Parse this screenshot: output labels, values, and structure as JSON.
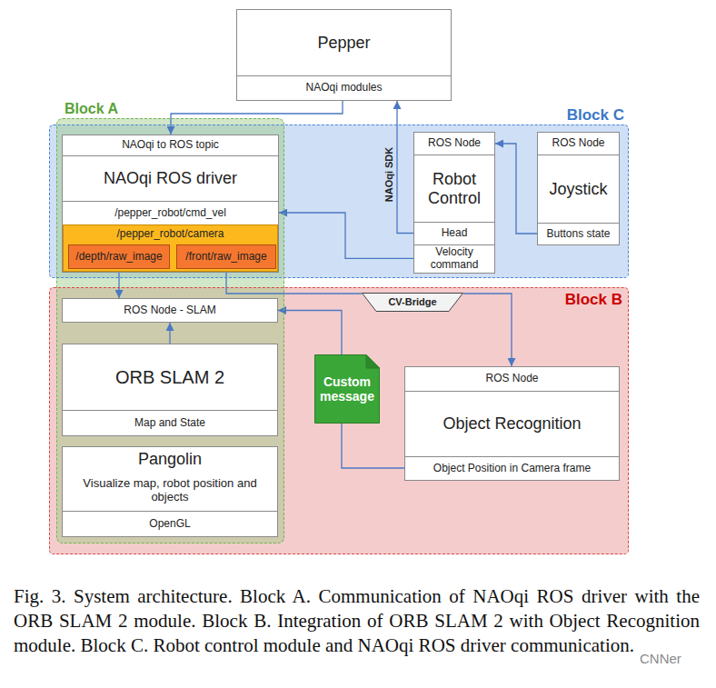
{
  "diagram": {
    "caption": "Fig. 3. System architecture. Block A. Communication of NAOqi ROS driver with the ORB SLAM 2 module. Block B. Integration of ORB SLAM 2 with Object Recognition module. Block C. Robot control module and NAOqi ROS driver communication.",
    "nodes": [
      {
        "text": [
          "Pepper",
          "NAOqi modules"
        ]
      },
      {
        "text": [
          "Block C"
        ]
      },
      {
        "text": [
          "Block B"
        ]
      },
      {
        "text": [
          "Block A"
        ]
      },
      {
        "text": [
          "NAOqi to ROS topic",
          "NAOqi ROS driver",
          "/pepper_robot/cmd_vel"
        ]
      },
      {
        "text": [
          "/pepper_robot/camera"
        ],
        "in": 4
      },
      {
        "text": [
          "/depth/raw_image"
        ],
        "in": 5
      },
      {
        "text": [
          "/front/raw_image"
        ],
        "in": 5
      },
      {
        "text": [
          "ROS Node",
          "Robot Control",
          "Head",
          "Velocity command"
        ]
      },
      {
        "text": [
          "ROS Node",
          "Joystick",
          "Buttons state"
        ]
      },
      {
        "text": [
          "ROS Node - SLAM"
        ]
      },
      {
        "text": [
          "ORB SLAM 2",
          "Map and State"
        ]
      },
      {
        "text": [
          "Pangolin",
          "Visualize map, robot position and objects",
          "OpenGL"
        ]
      },
      {
        "text": [
          "ROS Node",
          "Object Recognition",
          "Object Position in Camera frame"
        ]
      },
      {
        "text": [
          "Custom message"
        ]
      },
      {
        "text": [
          "CV-Bridge"
        ]
      }
    ],
    "edges": [
      {
        "from": 0,
        "to": 4,
        "arrow": "to"
      },
      {
        "from": 8,
        "to": 0,
        "label": "NAOqi SDK",
        "arrow": "to"
      },
      {
        "from": 8,
        "to": 4,
        "arrow": "to"
      },
      {
        "from": 9,
        "to": 8,
        "arrow": "to"
      },
      {
        "from": 6,
        "to": 10,
        "arrow": "to"
      },
      {
        "from": 7,
        "to": 15,
        "arrow": "none"
      },
      {
        "from": 15,
        "to": 13,
        "arrow": "to"
      },
      {
        "from": 13,
        "to": 14,
        "arrow": "none"
      },
      {
        "from": 14,
        "to": 10,
        "arrow": "to"
      },
      {
        "from": 11,
        "to": 10,
        "arrow": "to"
      }
    ],
    "labels": [
      "CNNer"
    ]
  }
}
